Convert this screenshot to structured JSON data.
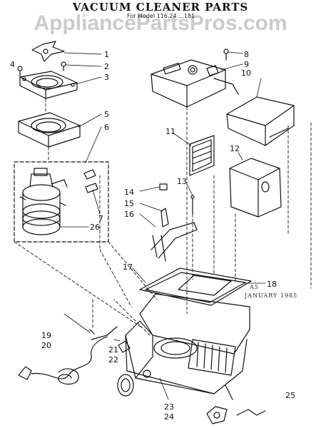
{
  "title": "VACUUM CLEANER PARTS",
  "watermark": "AppliancePartsPros.com",
  "model": "For Model 116.24 ...181",
  "date_code": "A5",
  "date": "JANUARY 1985",
  "callouts": [
    "1",
    "2",
    "3",
    "4",
    "5",
    "6",
    "7",
    "8",
    "9",
    "10",
    "11",
    "12",
    "13",
    "14",
    "15",
    "16",
    "17",
    "18",
    "19",
    "20",
    "21",
    "22",
    "23",
    "24",
    "25",
    "26"
  ]
}
